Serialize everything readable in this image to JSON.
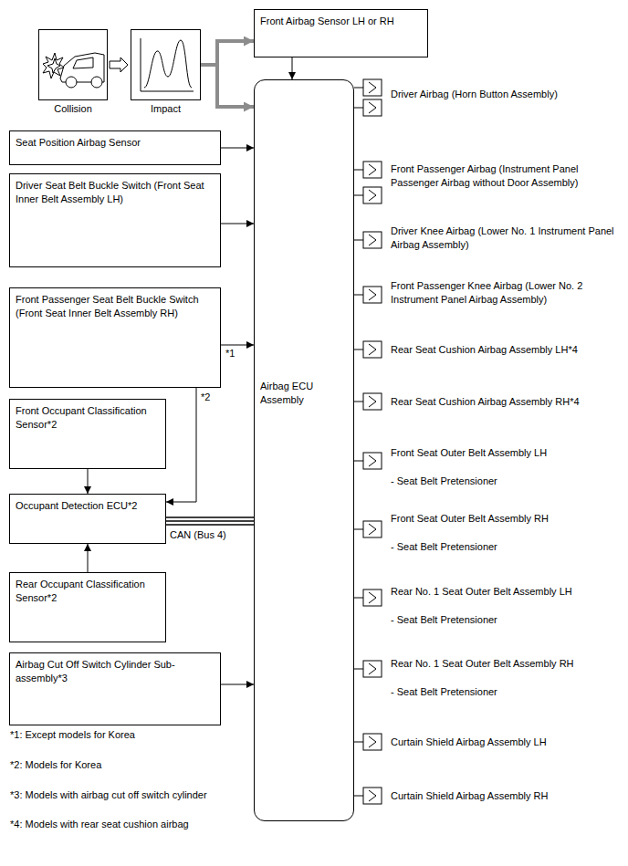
{
  "diagram": {
    "nodes": [
      {
        "text": [
          "Collision"
        ]
      },
      {
        "text": [
          "Impact"
        ]
      },
      {
        "text": [
          "Front Airbag Sensor LH or RH"
        ]
      },
      {
        "text": [
          "Airbag ECU Assembly"
        ]
      },
      {
        "text": [
          "Seat Position Airbag Sensor"
        ]
      },
      {
        "text": [
          "Driver Seat Belt Buckle Switch (Front Seat Inner Belt Assembly LH)"
        ]
      },
      {
        "text": [
          "Front Passenger Seat Belt Buckle Switch (Front Seat Inner Belt Assembly RH)"
        ]
      },
      {
        "text": [
          "Front Occupant Classification Sensor*2"
        ]
      },
      {
        "text": [
          "Occupant Detection ECU*2"
        ]
      },
      {
        "text": [
          "Rear Occupant Classification Sensor*2"
        ]
      },
      {
        "text": [
          "Airbag Cut Off Switch Cylinder Sub-assembly*3"
        ]
      },
      {
        "text": [
          "Driver Airbag (Horn Button Assembly)"
        ]
      },
      {
        "text": [
          "Front Passenger Airbag (Instrument Panel Passenger Airbag without Door Assembly)"
        ]
      },
      {
        "text": [
          "Driver Knee Airbag (Lower No. 1 Instrument Panel Airbag Assembly)"
        ]
      },
      {
        "text": [
          "Front Passenger Knee Airbag (Lower No. 2 Instrument Panel Airbag Assembly)"
        ]
      },
      {
        "text": [
          "Rear Seat Cushion Airbag Assembly LH*4"
        ]
      },
      {
        "text": [
          "Rear Seat Cushion Airbag Assembly RH*4"
        ]
      },
      {
        "text": [
          "Front Seat Outer Belt Assembly LH",
          "- Seat Belt Pretensioner"
        ]
      },
      {
        "text": [
          "Front Seat Outer Belt Assembly RH",
          "- Seat Belt Pretensioner"
        ]
      },
      {
        "text": [
          "Rear No. 1 Seat Outer Belt Assembly LH",
          "- Seat Belt Pretensioner"
        ]
      },
      {
        "text": [
          "Rear No. 1 Seat Outer Belt Assembly RH",
          "- Seat Belt Pretensioner"
        ]
      },
      {
        "text": [
          "Curtain Shield Airbag Assembly LH"
        ]
      },
      {
        "text": [
          "Curtain Shield Airbag Assembly RH"
        ]
      }
    ],
    "edges": [
      {
        "from": 0,
        "to": 1,
        "arrow": "to"
      },
      {
        "from": 1,
        "to": 2,
        "arrow": "to"
      },
      {
        "from": 1,
        "to": 3,
        "arrow": "to"
      },
      {
        "from": 2,
        "to": 3,
        "arrow": "to"
      },
      {
        "from": 4,
        "to": 3,
        "arrow": "to"
      },
      {
        "from": 5,
        "to": 3,
        "arrow": "to"
      },
      {
        "from": 6,
        "to": 3,
        "arrow": "to",
        "label": "*1"
      },
      {
        "from": 6,
        "to": 8,
        "arrow": "to",
        "label": "*2"
      },
      {
        "from": 7,
        "to": 8,
        "arrow": "to"
      },
      {
        "from": 9,
        "to": 8,
        "arrow": "to"
      },
      {
        "from": 8,
        "to": 3,
        "arrow": "none",
        "label": "CAN (Bus 4)"
      },
      {
        "from": 10,
        "to": 3,
        "arrow": "to"
      },
      {
        "from": 3,
        "to": 11,
        "arrow": "none"
      },
      {
        "from": 3,
        "to": 11,
        "arrow": "none"
      },
      {
        "from": 3,
        "to": 12,
        "arrow": "none"
      },
      {
        "from": 3,
        "to": 12,
        "arrow": "none"
      },
      {
        "from": 3,
        "to": 13,
        "arrow": "none"
      },
      {
        "from": 3,
        "to": 14,
        "arrow": "none"
      },
      {
        "from": 3,
        "to": 15,
        "arrow": "none"
      },
      {
        "from": 3,
        "to": 16,
        "arrow": "none"
      },
      {
        "from": 3,
        "to": 17,
        "arrow": "none"
      },
      {
        "from": 3,
        "to": 18,
        "arrow": "none"
      },
      {
        "from": 3,
        "to": 19,
        "arrow": "none"
      },
      {
        "from": 3,
        "to": 20,
        "arrow": "none"
      },
      {
        "from": 3,
        "to": 21,
        "arrow": "none"
      },
      {
        "from": 3,
        "to": 22,
        "arrow": "none"
      }
    ],
    "labels": [
      "*1: Except models for Korea",
      "*2: Models for Korea",
      "*3: Models with airbag cut off switch cylinder",
      "*4: Models with rear seat cushion airbag"
    ]
  }
}
